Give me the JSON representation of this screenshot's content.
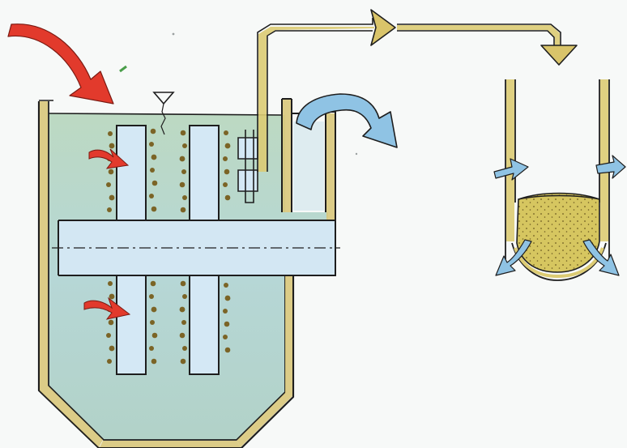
{
  "diagram": {
    "type": "hand-drawn process sketch",
    "text_labels": [],
    "parts": {
      "filter_tank": "filter-tank",
      "liquid": "liquid-fill",
      "filter_elements": "filter-elements",
      "central_pipe": "central-outlet-pipe",
      "overflow_weir": "overflow-weir",
      "sludge_pipe": "sludge-transfer-pipe",
      "collection_bin": "sludge-collection-bin"
    },
    "arrows": {
      "feed_inlet": "red-inflow-arrow",
      "inflow_into_elements": "red-filtration-arrows",
      "overflow_discharge": "blue-overflow-arrow",
      "transfer_direction": "yellow-flow-arrows",
      "drainage": "blue-drain-arrows"
    },
    "colors": {
      "tank_wall": "#d8c77a",
      "liquid": "#b8d8c6",
      "liquid_blue": "#b9d9ec",
      "filtrate": "#d4e8f5",
      "cake": "#8a7436",
      "sludge": "#d4c35c",
      "feed_arrow": "#e23a2c",
      "water_arrow": "#8fc3e4",
      "pipe": "#dccb73",
      "outline": "#1e1e1e"
    },
    "liquid_level_symbol": "triangle-level-marker"
  }
}
